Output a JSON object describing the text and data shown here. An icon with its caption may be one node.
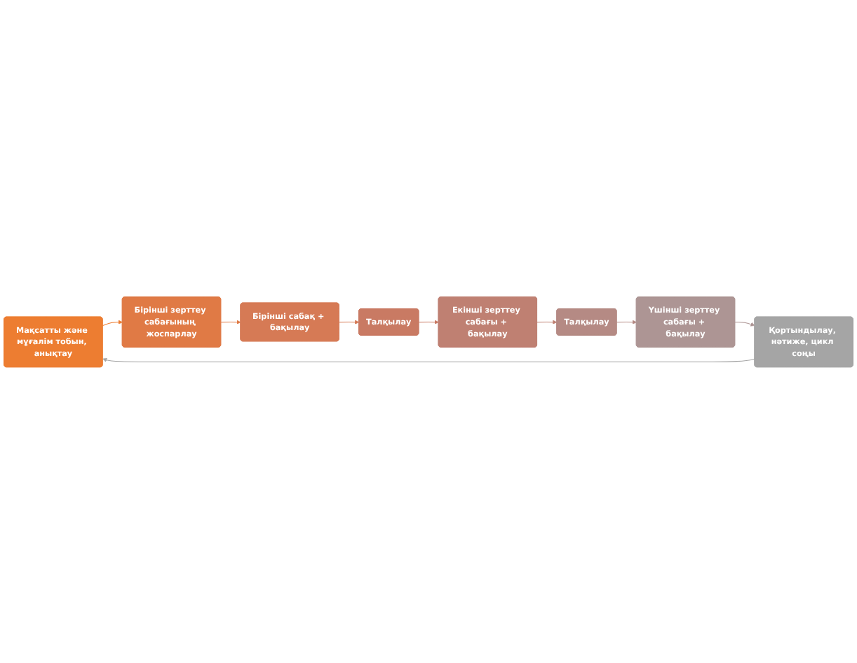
{
  "diagram": {
    "nodes": [
      {
        "text": [
          "Мақсатты және мұғалім тобын, анықтау"
        ]
      },
      {
        "text": [
          "Бірінші зерттеу сабағының жоспарлау"
        ]
      },
      {
        "text": [
          "Бірінші сабақ + бақылау"
        ]
      },
      {
        "text": [
          "Талқылау"
        ]
      },
      {
        "text": [
          "Екінші зерттеу сабағы + бақылау"
        ]
      },
      {
        "text": [
          "Талқылау"
        ]
      },
      {
        "text": [
          "Үшінші зерттеу сабағы + бақылау"
        ]
      },
      {
        "text": [
          "Қортындылау, нәтиже, цикл соңы"
        ]
      }
    ],
    "edges": [
      {
        "from": 7,
        "to": 0,
        "arrow": "to",
        "color": "#a5a5a5"
      },
      {
        "from": 0,
        "to": 1,
        "arrow": "to",
        "color": "#ed7d31"
      },
      {
        "from": 1,
        "to": 2,
        "arrow": "to",
        "color": "#e07a45"
      },
      {
        "from": 2,
        "to": 3,
        "arrow": "to",
        "color": "#d67a55"
      },
      {
        "from": 3,
        "to": 4,
        "arrow": "to",
        "color": "#c97a63"
      },
      {
        "from": 4,
        "to": 5,
        "arrow": "to",
        "color": "#bf8072"
      },
      {
        "from": 5,
        "to": 6,
        "arrow": "to",
        "color": "#b58a84"
      },
      {
        "from": 6,
        "to": 7,
        "arrow": "to",
        "color": "#ad9594"
      }
    ]
  }
}
